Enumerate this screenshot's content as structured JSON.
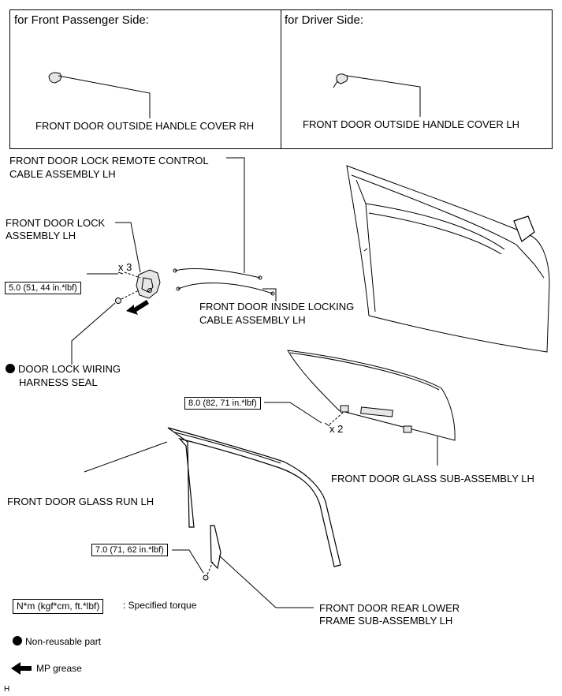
{
  "panels": {
    "passenger": {
      "title": "for Front Passenger Side:",
      "part": "FRONT DOOR OUTSIDE HANDLE COVER RH"
    },
    "driver": {
      "title": "for Driver Side:",
      "part": "FRONT DOOR OUTSIDE HANDLE COVER LH"
    }
  },
  "labels": {
    "remote_cable_1": "FRONT DOOR LOCK REMOTE CONTROL",
    "remote_cable_2": "CABLE ASSEMBLY LH",
    "lock_assy_1": "FRONT DOOR LOCK",
    "lock_assy_2": "ASSEMBLY LH",
    "qty_3": "x 3",
    "inside_cable_1": "FRONT DOOR INSIDE LOCKING",
    "inside_cable_2": "CABLE ASSEMBLY LH",
    "seal_1": "DOOR LOCK WIRING",
    "seal_2": "HARNESS SEAL",
    "qty_2": "x 2",
    "glass": "FRONT DOOR GLASS SUB-ASSEMBLY LH",
    "glass_run": "FRONT DOOR GLASS RUN LH",
    "rear_frame_1": "FRONT DOOR REAR LOWER",
    "rear_frame_2": "FRAME SUB-ASSEMBLY LH"
  },
  "torques": {
    "lock": "5.0 (51, 44 in.*lbf)",
    "glass": "8.0 (82, 71 in.*lbf)",
    "frame": "7.0 (71, 62 in.*lbf)"
  },
  "legend": {
    "torque_box": "N*m (kgf*cm, ft.*lbf)",
    "torque_text": ": Specified torque",
    "nonreusable": "Non-reusable part",
    "grease": "MP grease"
  },
  "footer_code": "H"
}
